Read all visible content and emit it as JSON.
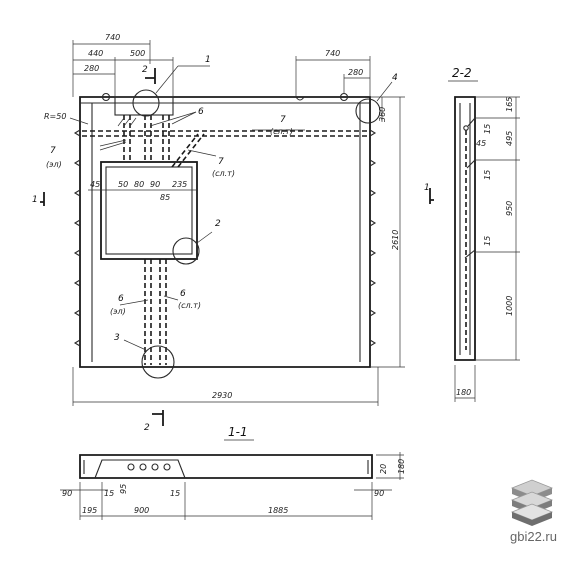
{
  "sections": {
    "section_11": "1-1",
    "section_22": "2-2"
  },
  "cut_marks": {
    "one": "1",
    "two": "2"
  },
  "callouts": [
    "1",
    "2",
    "3",
    "4",
    "6",
    "6",
    "6",
    "7",
    "7",
    "7"
  ],
  "notes": {
    "radius": "R=50",
    "el": "(эл)",
    "slt": "(сл.т)"
  },
  "dims_main": {
    "d740a": "740",
    "d440": "440",
    "d500": "500",
    "d280a": "280",
    "d740b": "740",
    "d280b": "280",
    "d360": "360",
    "d2610": "2610",
    "d2930": "2930",
    "d45": "45",
    "d50": "50",
    "d80": "80",
    "d90": "90",
    "d235": "235",
    "d85": "85"
  },
  "dims_22": {
    "d165": "165",
    "d15a": "15",
    "d495": "495",
    "d45": "45",
    "d15b": "15",
    "d950": "950",
    "d15c": "15",
    "d1000": "1000",
    "d180": "180"
  },
  "dims_11": {
    "d90a": "90",
    "d15a": "15",
    "d95": "95",
    "d15b": "15",
    "d20": "20",
    "d180": "180",
    "d90b": "90",
    "d195": "195",
    "d900": "900",
    "d1885": "1885"
  },
  "watermark": "gbi22.ru"
}
